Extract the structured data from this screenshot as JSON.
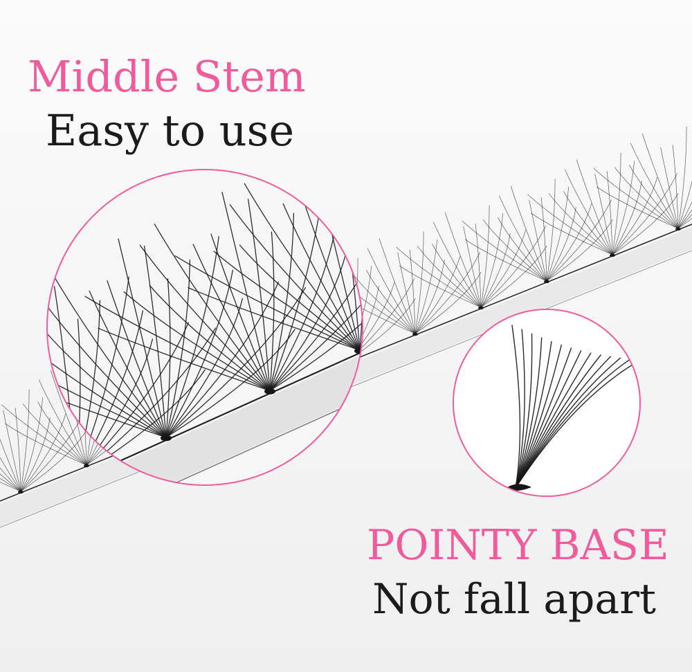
{
  "labels": {
    "feature_1_title": "Middle Stem",
    "feature_1_caption": "Easy to use",
    "feature_2_title": "POINTY BASE",
    "feature_2_caption": "Not fall apart"
  },
  "colors": {
    "accent_pink": "#ee5c9c",
    "text_dark": "#1b1b1b",
    "lash_black": "#161616",
    "background": "#f7f7f7"
  }
}
